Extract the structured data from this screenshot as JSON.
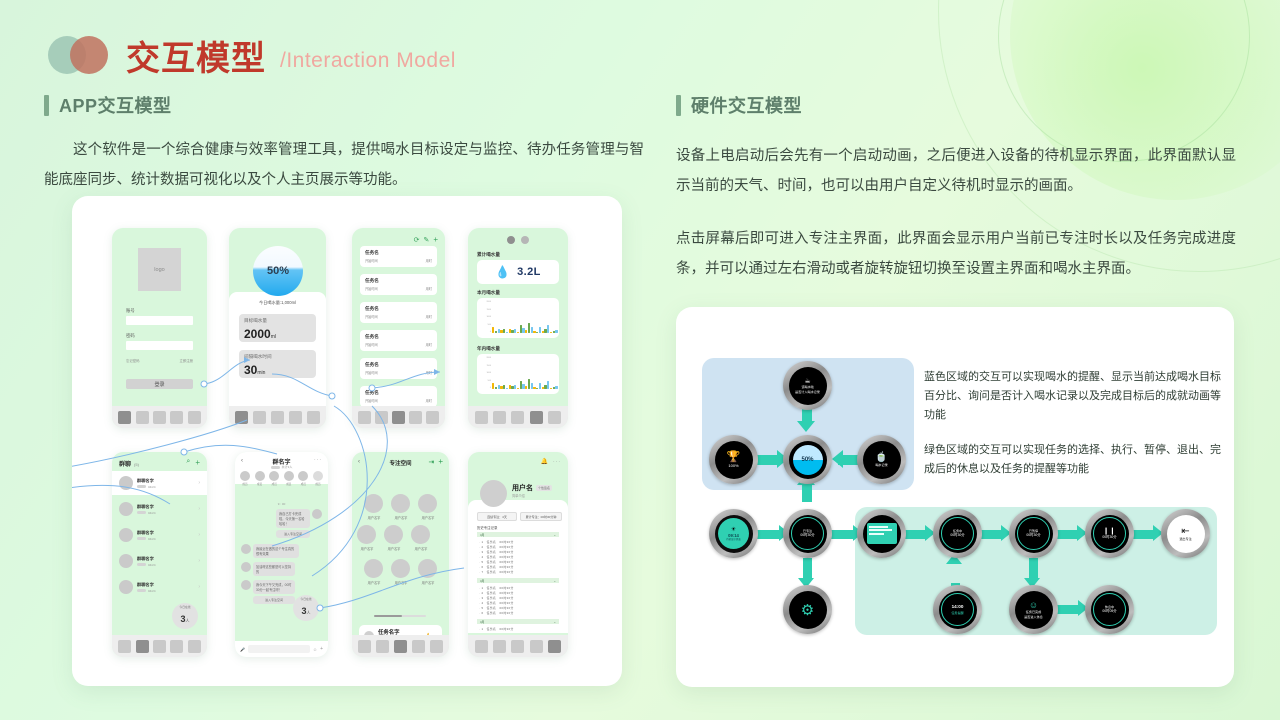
{
  "header": {
    "title_cn": "交互模型",
    "title_en": "/Interaction Model",
    "logo_icon": "two-overlapping-circles-logo"
  },
  "left": {
    "section_title": "APP交互模型",
    "paragraph": "这个软件是一个综合健康与效率管理工具，提供喝水目标设定与监控、待办任务管理与智能底座同步、统计数据可视化以及个人主页展示等功能。"
  },
  "right": {
    "section_title": "硬件交互模型",
    "paragraph1": "设备上电启动后会先有一个启动动画，之后便进入设备的待机显示界面，此界面默认显示当前的天气、时间，也可以由用户自定义待机时显示的画面。",
    "paragraph2": "点击屏幕后即可进入专注主界面，此界面会显示用户当前已专注时长以及任务完成进度条，并可以通过左右滑动或者旋转旋钮切换至设置主界面和喝水主界面。",
    "annotation_blue": "蓝色区域的交互可以实现喝水的提醒、显示当前达成喝水目标百分比、询问是否计入喝水记录以及完成目标后的成就动画等功能",
    "annotation_green": "绿色区域的交互可以实现任务的选择、执行、暂停、退出、完成后的休息以及任务的提醒等功能"
  },
  "phones": {
    "login": {
      "logo_text": "logo",
      "label_account": "账号",
      "label_password": "密码",
      "link_left": "忘记密码",
      "link_right": "立即注册",
      "button": "登录"
    },
    "water": {
      "percent": "50%",
      "today_caption": "今日喝水量:1,000ml",
      "goal_label": "目标喝水量",
      "goal_value": "2000",
      "goal_unit": "ml",
      "interval_label": "间隔喝水时间",
      "interval_value": "30",
      "interval_unit": "min"
    },
    "tasks": {
      "icon_refresh": "sync-icon",
      "icon_edit": "edit-icon",
      "icon_add": "plus-icon",
      "row_title": "任务名",
      "row_sub": "开始时间",
      "row_right": "用时"
    },
    "stats": {
      "total_label": "累计喝水量",
      "total_value": "3.2L",
      "water_icon": "water-drop-icon",
      "month_label": "本月喝水量",
      "year_label": "年内喝水量"
    },
    "groups": {
      "title": "群聊",
      "count": "(5)",
      "search_icon": "search-icon",
      "add_icon": "plus-icon",
      "item_title": "群聊名字",
      "item_sub": "04/24",
      "badge_label": "今日在线",
      "badge_value": "3",
      "badge_unit": "人"
    },
    "chat": {
      "title": "群名字",
      "subtitle": "共计3人",
      "back_icon": "chevron-left-icon",
      "more_icon": "ellipsis-icon",
      "date_divider": "9 : 00",
      "bubble1": "我自己打卡完成啦，今天第一名哈哈哈！",
      "bubble1_btn": "进入专注空间",
      "bubble2": "我最近在做的这个专注真的很有效果",
      "bubble3": "加油呀这些都是可以坚持的",
      "bubble4": "我今天下午又完成，00时30分一起专注呀！",
      "bubble4_btn": "进入专注空间",
      "badge_label": "今日在线",
      "badge_value": "3",
      "badge_unit": "人",
      "member_label": "成员"
    },
    "focus": {
      "title": "专注空间",
      "back_icon": "chevron-left-icon",
      "exit_icon": "exit-icon",
      "add_icon": "plus-icon",
      "member_label": "用户名字",
      "task_name": "任务名字",
      "task_time": "00时30分",
      "like_icon": "thumbs-up-icon",
      "like_count": "27"
    },
    "profile": {
      "username": "用户名",
      "tag": "个性签名",
      "subtitle": "简单介绍",
      "bell_icon": "bell-icon",
      "more_icon": "ellipsis-icon",
      "chip1": "连续专注：4天",
      "chip2": "累计专注：00时30分钟",
      "list_title": "历史专注记录",
      "group_label": "4月"
    }
  },
  "hardware_flow": {
    "watch_screens": [
      {
        "id": "drink-reminder",
        "line1": "该喝水啦",
        "line2": "是否计入喝水记录"
      },
      {
        "id": "achievement",
        "line1": "100%",
        "icon": "trophy-icon"
      },
      {
        "id": "water-progress",
        "line1": "50%",
        "icon": "water-ring-icon"
      },
      {
        "id": "drink-record",
        "line1": "喝水记录",
        "icon": "cup-icon"
      },
      {
        "id": "standby-weather",
        "line1": "09:14",
        "line2": "待机显示界面",
        "icon": "sun-icon"
      },
      {
        "id": "focus-main",
        "line1": "已专注",
        "line2": "00时30分"
      },
      {
        "id": "settings",
        "icon": "gear-icon"
      },
      {
        "id": "task-select",
        "line1": "任务名",
        "icon": "list-icon"
      },
      {
        "id": "task-running",
        "line1": "任务中",
        "line2": "00时30分"
      },
      {
        "id": "task-reminder",
        "line1": "14:00",
        "line2": "任务提醒"
      },
      {
        "id": "task-paused",
        "line1": "已暂停",
        "line2": "00时30分"
      },
      {
        "id": "task-pause-btn",
        "line1": "00",
        "line2": "00时30分",
        "icon": "pause-icon"
      },
      {
        "id": "exit-focus",
        "line1": "退出专注",
        "icon": "exit-icon"
      },
      {
        "id": "rest-prompt",
        "line1": "任务已完成",
        "line2": "是否进入休息",
        "icon": "smile-icon"
      },
      {
        "id": "resting",
        "line1": "休息中",
        "line2": "00时05分"
      }
    ]
  }
}
